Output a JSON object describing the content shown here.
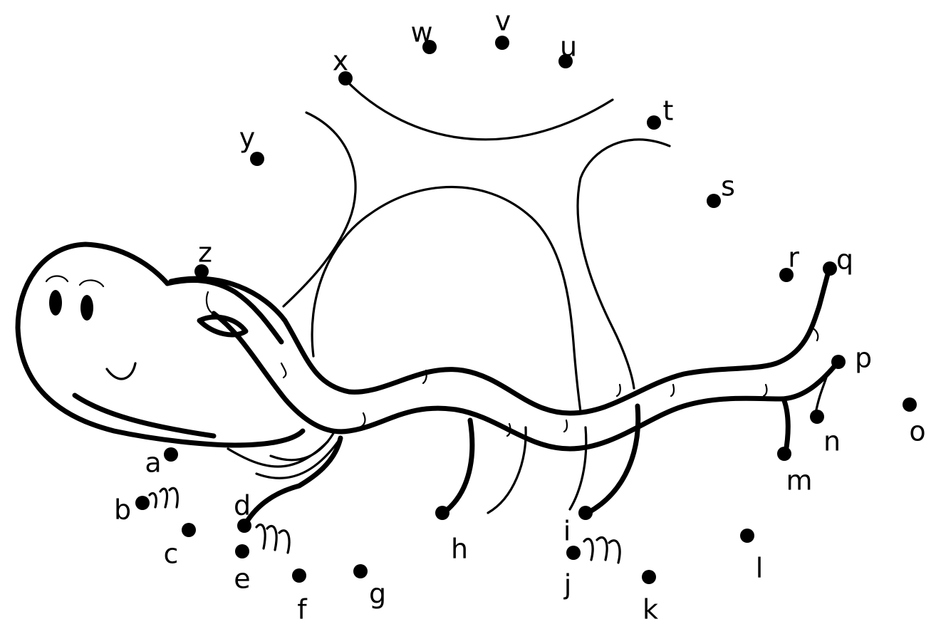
{
  "points": [
    {
      "label": "a"
    },
    {
      "label": "b"
    },
    {
      "label": "c"
    },
    {
      "label": "d"
    },
    {
      "label": "e"
    },
    {
      "label": "f"
    },
    {
      "label": "g"
    },
    {
      "label": "h"
    },
    {
      "label": "i"
    },
    {
      "label": "j"
    },
    {
      "label": "k"
    },
    {
      "label": "l"
    },
    {
      "label": "m"
    },
    {
      "label": "n"
    },
    {
      "label": "o"
    },
    {
      "label": "p"
    },
    {
      "label": "q"
    },
    {
      "label": "r"
    },
    {
      "label": "s"
    },
    {
      "label": "t"
    },
    {
      "label": "u"
    },
    {
      "label": "v"
    },
    {
      "label": "w"
    },
    {
      "label": "x"
    },
    {
      "label": "y"
    },
    {
      "label": "z"
    }
  ],
  "colors": {
    "ink": "#000000",
    "paper": "#ffffff"
  }
}
